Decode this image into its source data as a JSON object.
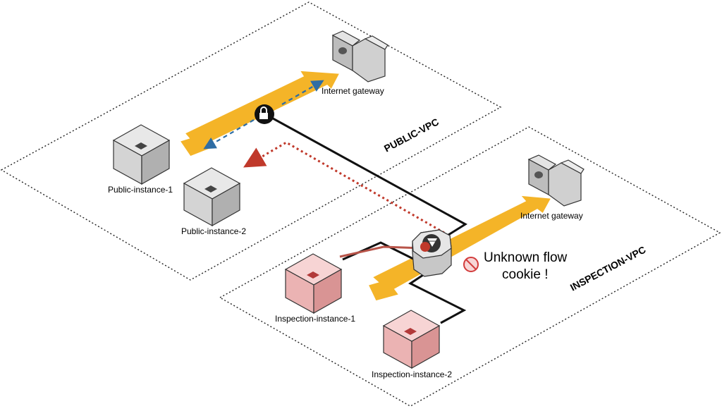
{
  "vpcs": {
    "public": {
      "label": "PUBLIC-VPC"
    },
    "inspection": {
      "label": "INSPECTION-VPC"
    }
  },
  "gateways": {
    "public": {
      "label": "Internet gateway"
    },
    "inspection": {
      "label": "Internet gateway"
    }
  },
  "instances": {
    "public_1": {
      "label": "Public-instance-1"
    },
    "public_2": {
      "label": "Public-instance-2"
    },
    "inspection_1": {
      "label": "Inspection-instance-1"
    },
    "inspection_2": {
      "label": "Inspection-instance-2"
    }
  },
  "error": {
    "line1": "Unknown flow",
    "line2": "cookie !"
  },
  "colors": {
    "arrow": "#F4B428",
    "link": "#111111",
    "rejected_path": "#C0564B",
    "gray_box": "#D9D9D9",
    "pink_box": "#F1B8B8"
  }
}
